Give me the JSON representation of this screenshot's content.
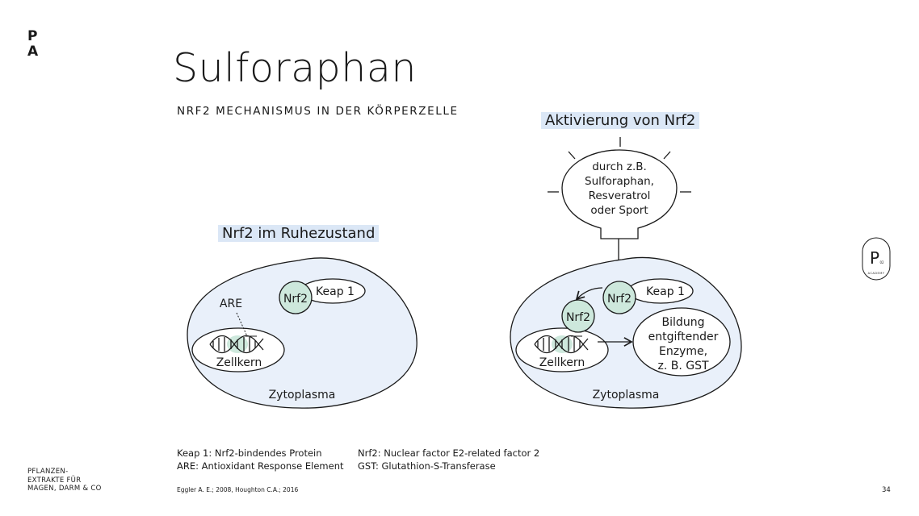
{
  "brand": {
    "logo_line1": "P",
    "logo_line2": "A",
    "badge_letter": "P",
    "badge_small": "02",
    "badge_ring": "ACADEMY"
  },
  "title": "Sulforaphan",
  "subtitle": "NRF2 MECHANISMUS IN DER KÖRPERZELLE",
  "colors": {
    "cell_fill": "#e9f0fa",
    "highlight": "#dbe7f6",
    "nrf2_fill": "#cde8dc",
    "stroke": "#1a1a1a"
  },
  "left_panel": {
    "label": "Nrf2 im Ruhezustand",
    "nrf2": "Nrf2",
    "keap": "Keap 1",
    "are": "ARE",
    "nucleus": "Zellkern",
    "cytoplasm": "Zytoplasma"
  },
  "right_panel": {
    "label": "Aktivierung von Nrf2",
    "bulb_lines": [
      "durch z.B.",
      "Sulforaphan,",
      "Resveratrol",
      "oder Sport"
    ],
    "nrf2_bound": "Nrf2",
    "keap": "Keap 1",
    "nrf2_free": "Nrf2",
    "nucleus": "Zellkern",
    "cytoplasm": "Zytoplasma",
    "enzyme_lines": [
      "Bildung",
      "entgiftender",
      "Enzyme,",
      "z. B. GST"
    ]
  },
  "legend": {
    "left": [
      "Keap 1: Nrf2-bindendes Protein",
      "ARE: Antioxidant Response Element"
    ],
    "right": [
      "Nrf2: Nuclear factor E2-related factor 2",
      "GST: Glutathion-S-Transferase"
    ]
  },
  "footer": {
    "left_lines": [
      "PFLANZEN-",
      "EXTRAKTE FÜR",
      "MAGEN, DARM & CO"
    ],
    "citation": "Eggler A. E.; 2008, Houghton C.A.; 2016",
    "page_number": "34"
  }
}
